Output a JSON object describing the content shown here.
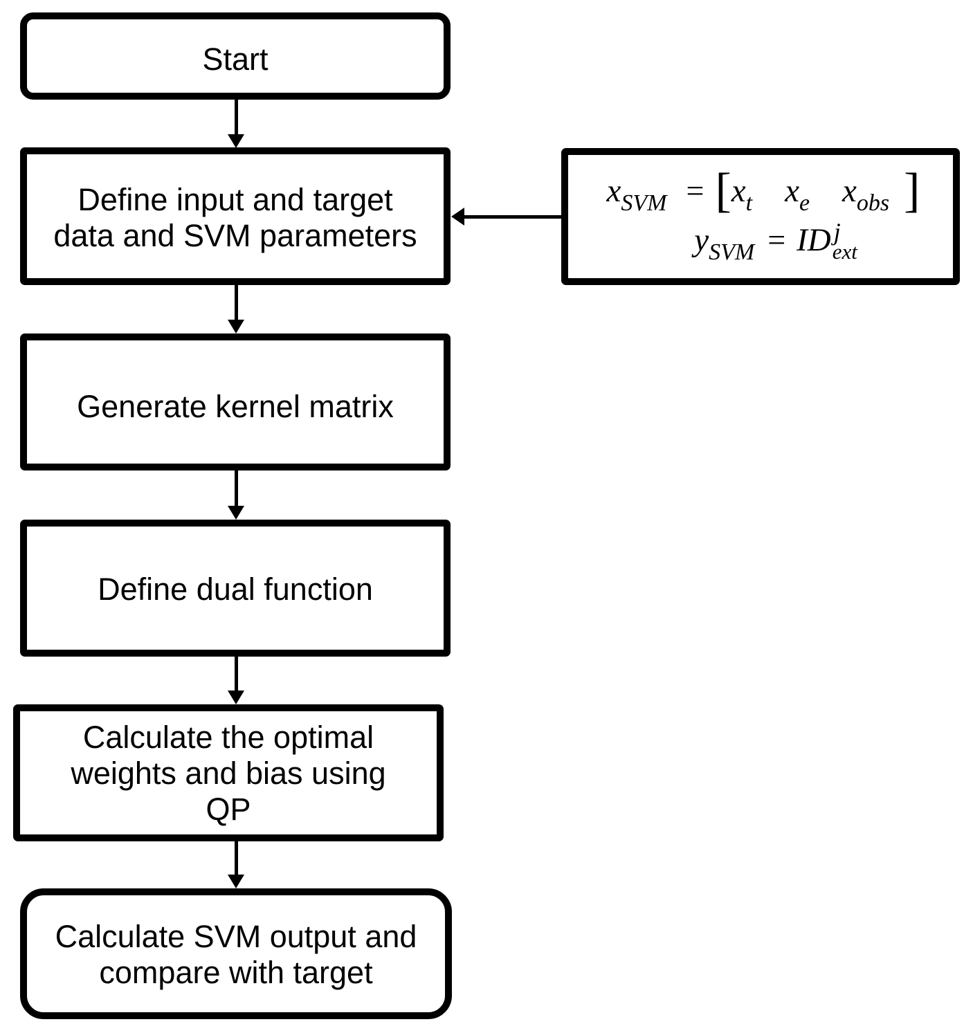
{
  "colors": {
    "stroke": "#000000",
    "background": "#ffffff",
    "text": "#000000"
  },
  "nodes": {
    "start": {
      "lines": [
        "Start"
      ],
      "shape": "rounded"
    },
    "define_input": {
      "lines": [
        "Define input and target",
        "data and SVM parameters"
      ],
      "shape": "rect"
    },
    "generate_kernel": {
      "lines": [
        "Generate kernel matrix"
      ],
      "shape": "rect"
    },
    "define_dual": {
      "lines": [
        "Define dual function"
      ],
      "shape": "rect"
    },
    "calc_qp": {
      "lines": [
        "Calculate the optimal",
        "weights and bias using",
        "QP"
      ],
      "shape": "rect"
    },
    "calc_output": {
      "lines": [
        "Calculate SVM output and",
        "compare with target"
      ],
      "shape": "rounded"
    }
  },
  "formula": {
    "line1": {
      "lhs_var": "x",
      "lhs_sub": "SVM",
      "equals": "=",
      "open_bracket": "[",
      "t1_var": "x",
      "t1_sub": "t",
      "t2_var": "x",
      "t2_sub": "e",
      "t3_var": "x",
      "t3_sub": "obs",
      "close_bracket": "]"
    },
    "line2": {
      "lhs_var": "y",
      "lhs_sub": "SVM",
      "equals": "=",
      "rhs_base": "ID",
      "rhs_sup": "j",
      "rhs_sub": "ext"
    }
  },
  "edges": [
    {
      "from": "start",
      "to": "define_input",
      "direction": "down"
    },
    {
      "from": "define_input",
      "to": "generate_kernel",
      "direction": "down"
    },
    {
      "from": "generate_kernel",
      "to": "define_dual",
      "direction": "down"
    },
    {
      "from": "define_dual",
      "to": "calc_qp",
      "direction": "down"
    },
    {
      "from": "calc_qp",
      "to": "calc_output",
      "direction": "down"
    },
    {
      "from": "formula",
      "to": "define_input",
      "direction": "left"
    }
  ]
}
